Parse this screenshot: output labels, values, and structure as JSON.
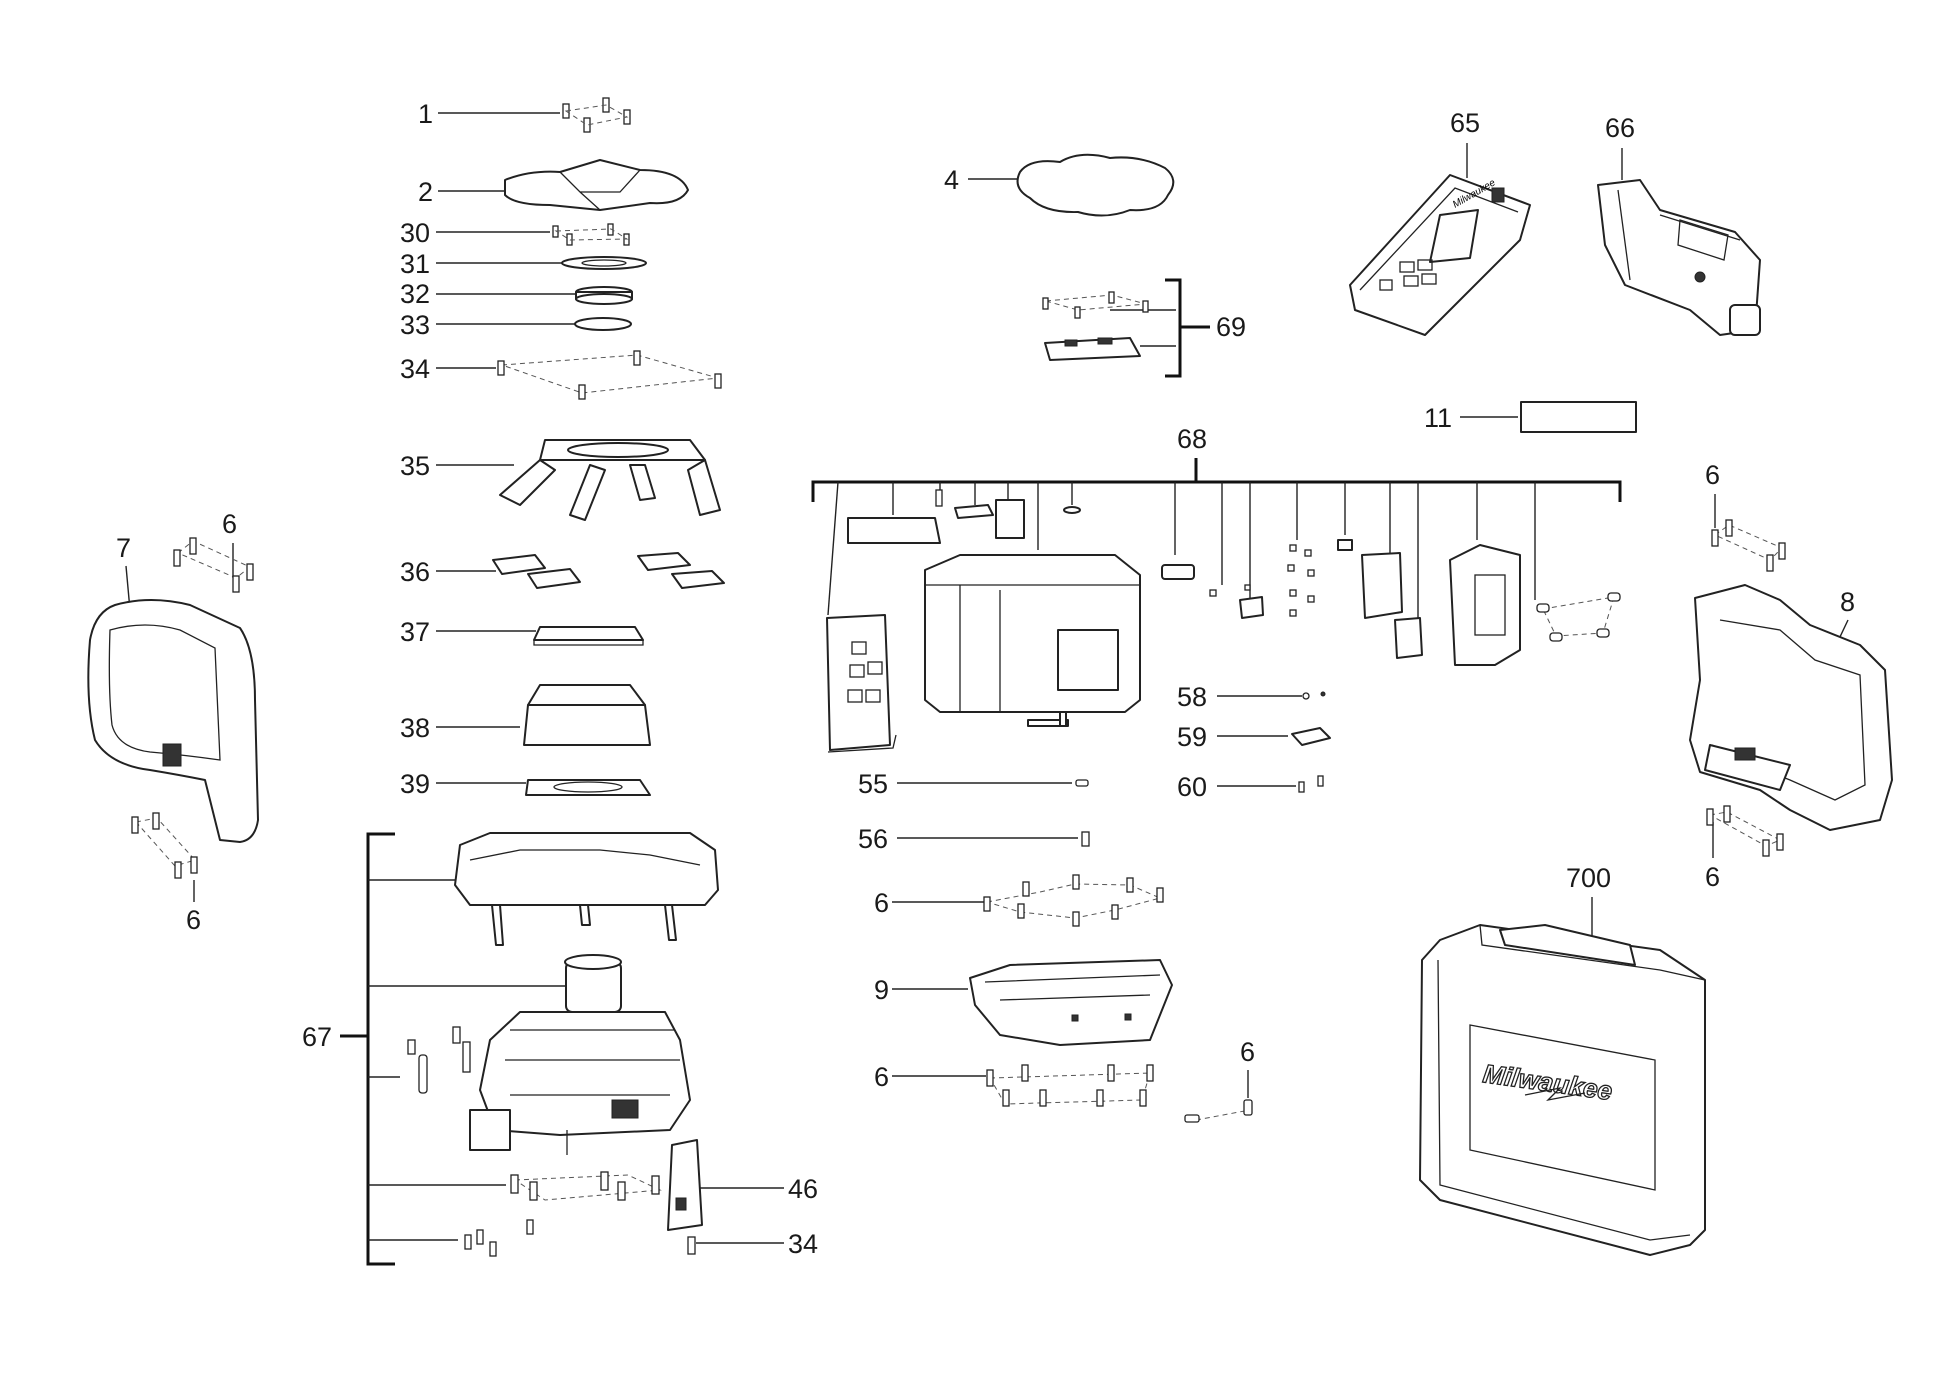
{
  "labels": {
    "p1": "1",
    "p2": "2",
    "p30": "30",
    "p31": "31",
    "p32": "32",
    "p33": "33",
    "p34": "34",
    "p35": "35",
    "p36": "36",
    "p37": "37",
    "p38": "38",
    "p39": "39",
    "p67": "67",
    "p46": "46",
    "p34b": "34",
    "p7": "7",
    "p6a": "6",
    "p6b": "6",
    "p4": "4",
    "p69": "69",
    "p68": "68",
    "p58": "58",
    "p59": "59",
    "p60": "60",
    "p55": "55",
    "p56": "56",
    "p6c": "6",
    "p9": "9",
    "p6d": "6",
    "p6e": "6",
    "p65": "65",
    "p66": "66",
    "p11": "11",
    "p6f": "6",
    "p8": "8",
    "p6g": "6",
    "p700": "700"
  },
  "brand": "Milwaukee"
}
